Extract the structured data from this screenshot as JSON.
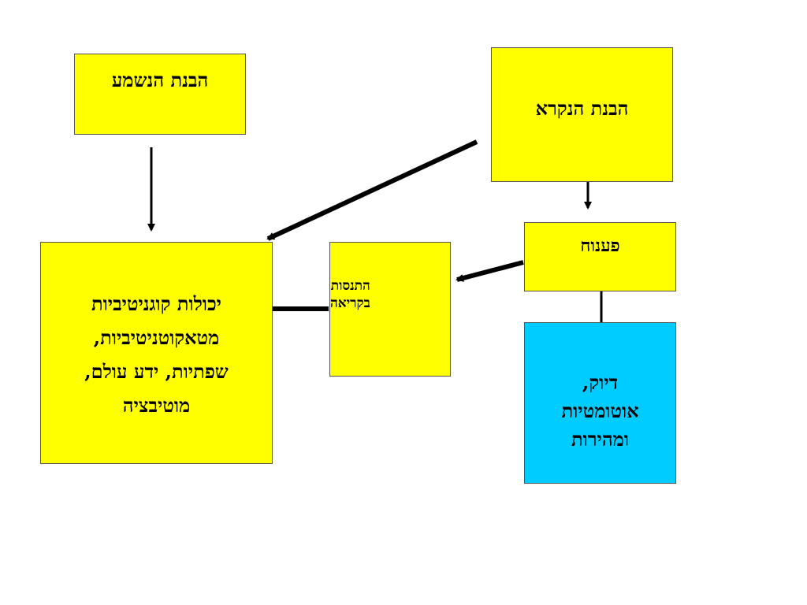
{
  "diagram": {
    "nodes": {
      "listening": {
        "label": "הבנת הנשמע",
        "color": "#FFFF00"
      },
      "reading": {
        "label": "הבנת הנקרא",
        "color": "#FFFF00"
      },
      "decoding": {
        "label": "פענוח",
        "color": "#FFFF00"
      },
      "accuracy": {
        "label": "דיוק,\nאוטומטיות\nומהירות",
        "color": "#00CCFF"
      },
      "experience": {
        "label": "התנסות\nבקריאה",
        "color": "#FFFF00"
      },
      "abilities": {
        "label": "יכולות קוגניטיביות\nמטאקוטניטיביות,\nשפתיות, ידע עולם,\nמוטיבציה",
        "color": "#FFFF00"
      }
    },
    "edges": [
      {
        "from": "listening",
        "to": "abilities"
      },
      {
        "from": "reading",
        "to": "abilities"
      },
      {
        "from": "reading",
        "to": "decoding"
      },
      {
        "from": "decoding",
        "to": "experience"
      },
      {
        "from": "decoding",
        "to": "accuracy"
      },
      {
        "from": "experience",
        "to": "abilities"
      }
    ],
    "arrow_color": "#000000"
  }
}
